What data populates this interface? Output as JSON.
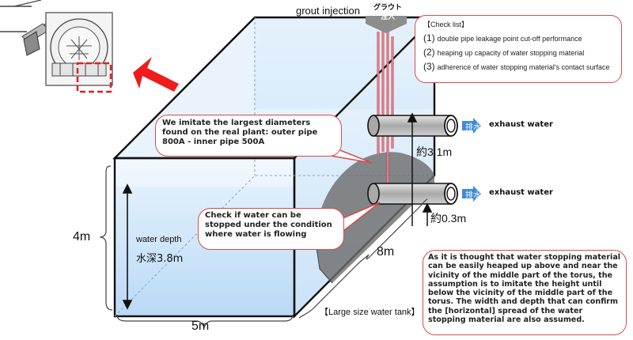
{
  "grout": {
    "label_en": "grout injection",
    "label_jp_1": "グラウト",
    "label_jp_2": "注入"
  },
  "checklist": {
    "title": "【Check list】",
    "items": [
      {
        "num": "(1)",
        "text": "double pipe leakage point cut-off performance"
      },
      {
        "num": "(2)",
        "text": "heaping up capacity of water stopping material"
      },
      {
        "num": "(3)",
        "text": "adherence of water stopping material's contact surface"
      }
    ]
  },
  "callouts": {
    "plant": "We imitate the largest diameters found on the real plant: outer pipe 800A - inner pipe 500A",
    "flow": "Check if water can be stopped under the condition where water is flowing",
    "assumption": "As it is thought that water stopping material can be easily heaped up above and near the vicinity of the middle part of the torus, the assumption is to imitate the height until below the vicinity of the middle part of the torus. The width and depth that can confirm the [horizontal] spread of the water stopping material are also assumed."
  },
  "pipes": {
    "upper": {
      "jp": "排水",
      "en": "exhaust water"
    },
    "lower": {
      "jp": "排水",
      "en": "exhaust water"
    }
  },
  "dimensions": {
    "height": "4m",
    "width": "5m",
    "depth": "8m",
    "pipe_spacing": "約3.1m",
    "bottom_offset": "約0.3m",
    "water_depth_en": "water depth",
    "water_depth_jp": "水深3.8m"
  },
  "tank_label": "【Large size water tank】",
  "colors": {
    "accent_red": "#d84b4b",
    "water": "#cfe6fb",
    "pipe": "#b9b9b9",
    "arrow_blue": "#3b8bd8"
  }
}
